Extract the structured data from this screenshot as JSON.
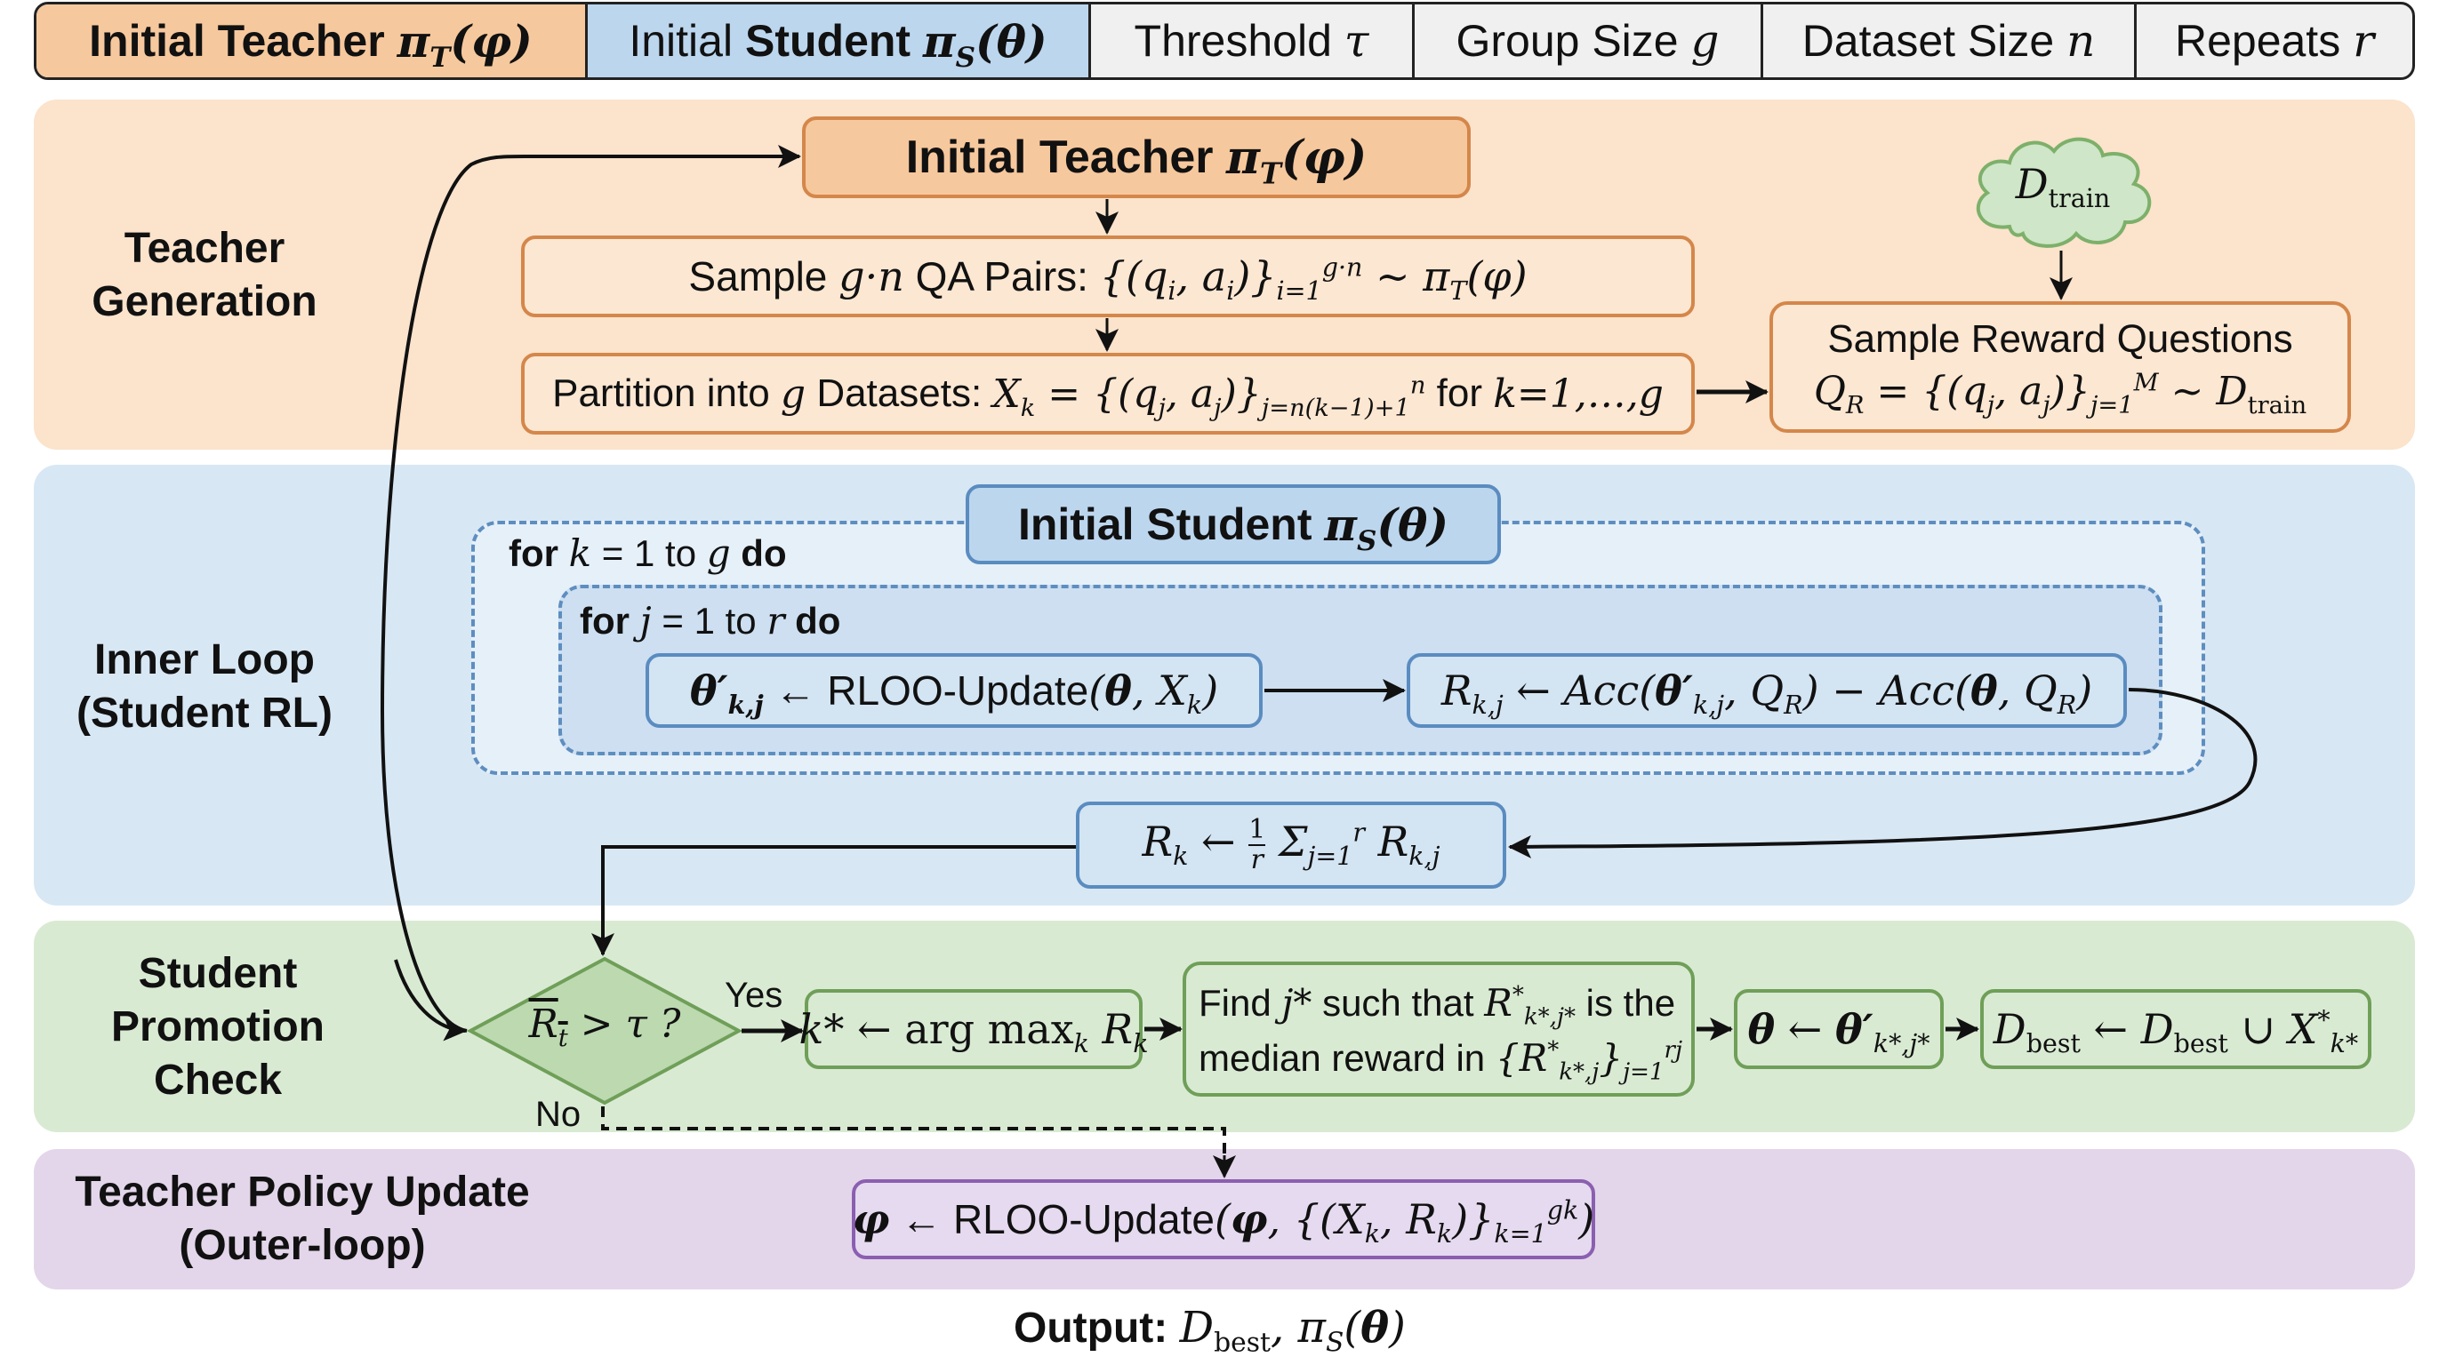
{
  "header": {
    "cells": [
      {
        "text": "Initial Teacher",
        "math": "π_T(φ)",
        "color": "#f6c89d"
      },
      {
        "text_prefix": "Initial",
        "text_bold": "Student",
        "math": "π_S(θ)",
        "color": "#bcd6ee"
      },
      {
        "text": "Threshold",
        "math": "τ",
        "color": "#f0f0f0"
      },
      {
        "text": "Group Size",
        "math": "g",
        "color": "#f0f0f0"
      },
      {
        "text": "Dataset Size",
        "math": "n",
        "color": "#f0f0f0"
      },
      {
        "text": "Repeats",
        "math": "r",
        "color": "#f0f0f0"
      }
    ]
  },
  "bands": {
    "teacher": {
      "label_line1": "Teacher",
      "label_line2": "Generation",
      "color": "#fbe3cc"
    },
    "inner": {
      "label_line1": "Inner Loop",
      "label_line2": "(Student RL)",
      "color": "#d8e7f4"
    },
    "promo": {
      "label_line1": "Student",
      "label_line2": "Promotion",
      "label_line3": "Check",
      "color": "#d9ead3"
    },
    "outer": {
      "label_line1": "Teacher Policy Update",
      "label_line2": "(Outer-loop)",
      "color": "#e3d6ea"
    }
  },
  "teacher_gen": {
    "init_teacher": {
      "text": "Initial Teacher",
      "math": "π_T(φ)"
    },
    "sample_pairs": {
      "prefix": "Sample",
      "mid": "g·n",
      "suffix": "QA Pairs:",
      "formula": "{(q_i, a_i)}_{i=1}^{g·n} ~ π_T(φ)"
    },
    "partition": {
      "prefix": "Partition into",
      "g": "g",
      "mid": "Datasets:",
      "formula": "X_k = {(q_j, a_j)}_{j=n(k−1)+1}^{n}",
      "suffix": "for",
      "range": "k=1,…,g"
    },
    "dtrain": {
      "label": "D",
      "sub": "train"
    },
    "reward_questions": {
      "title": "Sample Reward Questions",
      "formula": "Q_R = {(q_j, a_j)}_{j=1}^{M} ~ D_train"
    }
  },
  "inner_loop": {
    "init_student": {
      "text": "Initial Student",
      "math": "π_S(θ)"
    },
    "for_k": {
      "kw_for": "for",
      "var": "k",
      "eq": "= 1 to",
      "bound": "g",
      "kw_do": "do"
    },
    "for_j": {
      "kw_for": "for",
      "var": "j",
      "eq": "= 1 to",
      "bound": "r",
      "kw_do": "do"
    },
    "rloo_student": {
      "lhs": "θ′_{k,j}",
      "arrow": "←",
      "fn": "RLOO-Update",
      "args": "(θ, X_k)"
    },
    "reward_kj": {
      "formula": "R_{k,j} ← Acc(θ′_{k,j}, Q_R) − Acc(θ, Q_R)"
    },
    "avg_reward": {
      "formula": "R_k ← (1/r) Σ_{j=1}^{r} R_{k,j}"
    }
  },
  "promotion": {
    "decision": {
      "formula": "R̄_t > τ ?"
    },
    "yes_label": "Yes",
    "no_label": "No",
    "argmax": {
      "formula": "k* ← arg max_k R_k"
    },
    "find_median": {
      "line1_prefix": "Find",
      "line1_var": "j*",
      "line1_mid": "such that",
      "line1_math": "R*_{k*,j*}",
      "line1_suffix": "is the",
      "line2_prefix": "median reward in",
      "line2_math": "{R*_{k*,j}}_{j=1}^{rj}"
    },
    "theta_update": {
      "formula": "θ ← θ′_{k*,j*}"
    },
    "dbest_update": {
      "formula": "D_best ← D_best ∪ X*_{k*}"
    }
  },
  "outer_loop": {
    "teacher_update": {
      "lhs": "φ",
      "arrow": "←",
      "fn": "RLOO-Update",
      "args_prefix": "(φ,",
      "args_set": "{(X_k, R_k)}_{k=1}^{gk}",
      "args_suffix": ")"
    }
  },
  "output": {
    "label": "Output:",
    "values": "D_best, π_S(θ)"
  }
}
